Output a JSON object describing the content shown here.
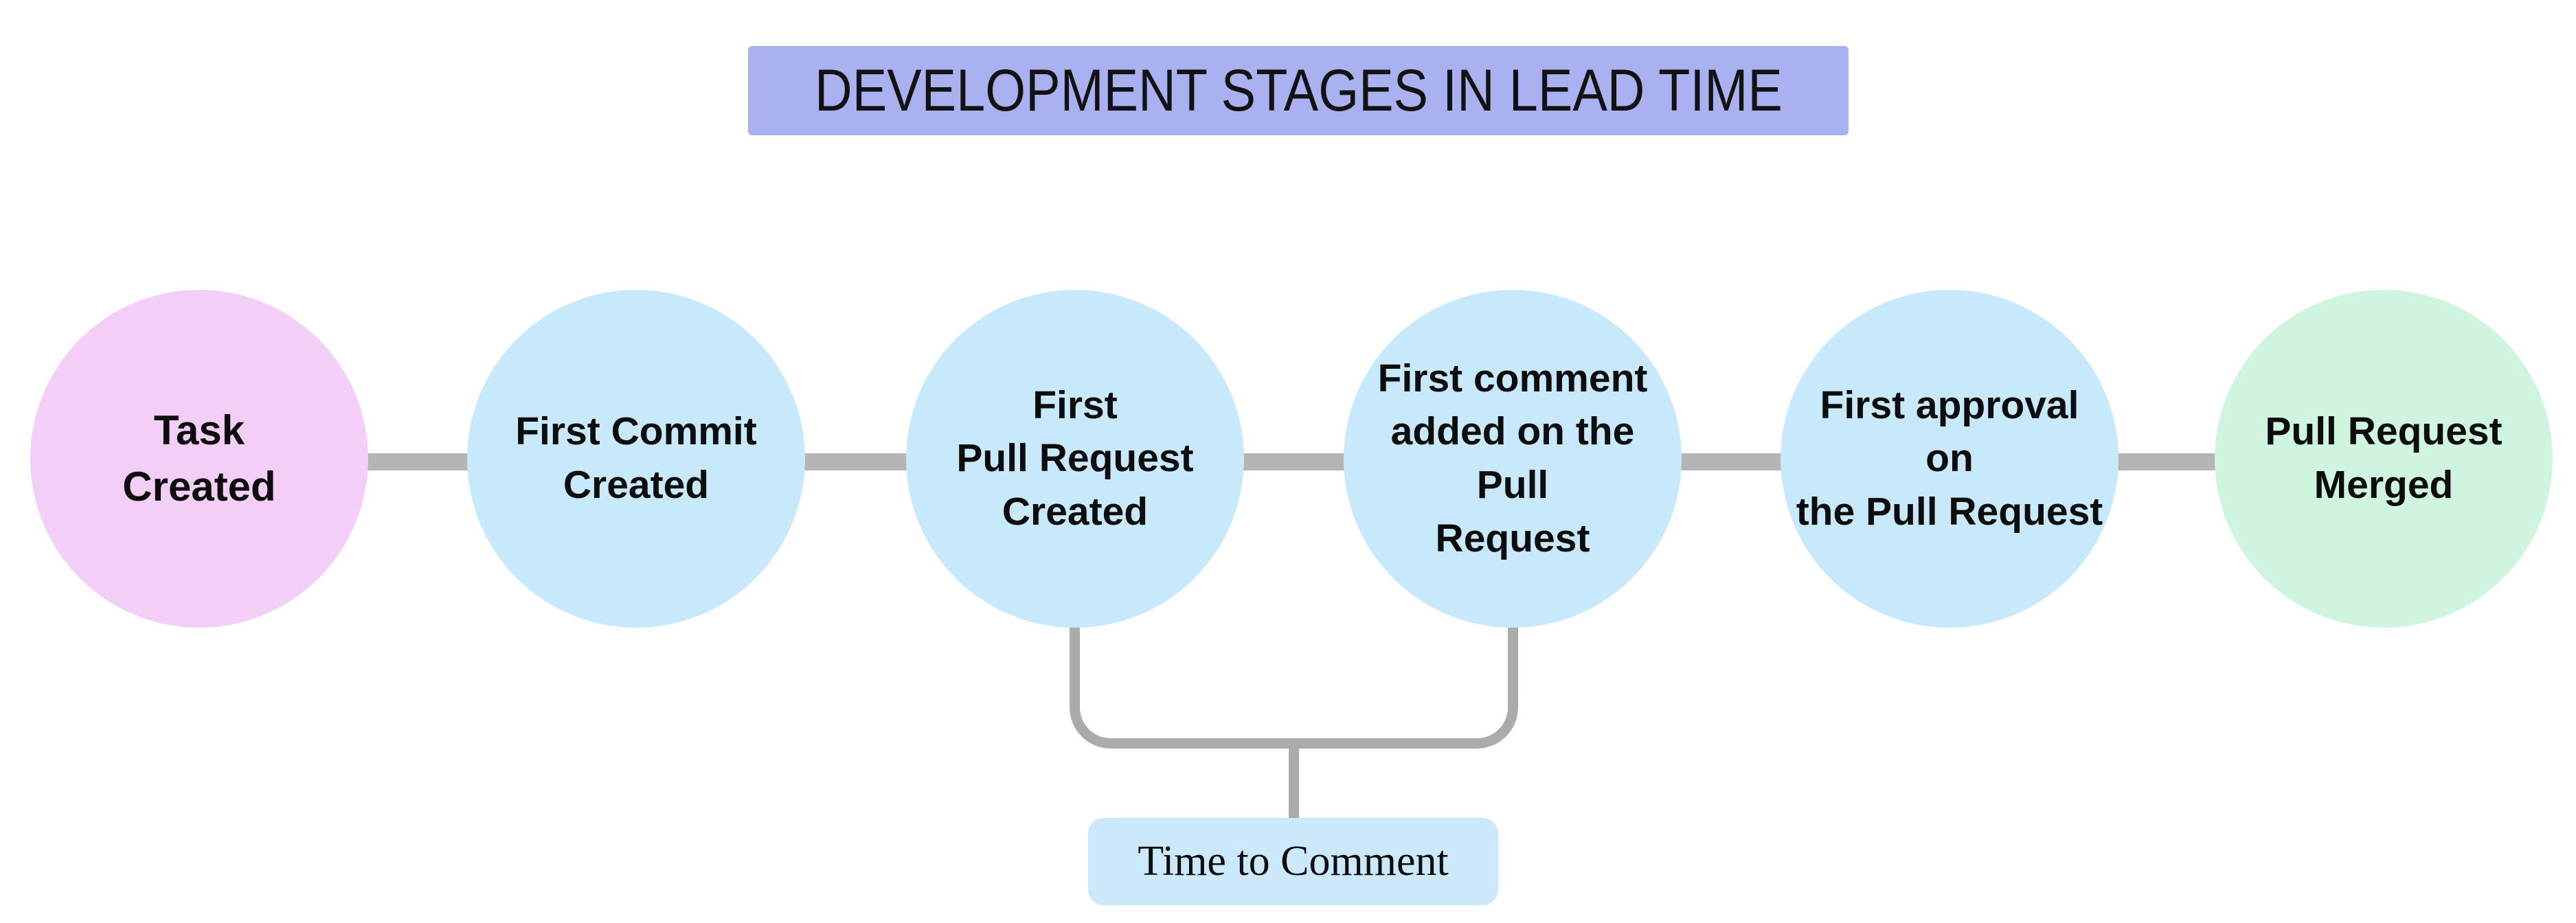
{
  "title": {
    "text": "DEVELOPMENT STAGES IN LEAD TIME",
    "bg_color": "#A9B1F0"
  },
  "stages": [
    {
      "label": "Task\nCreated",
      "color": "#F3CFF8",
      "role": "start"
    },
    {
      "label": "First Commit\nCreated",
      "color": "#C8E9FB",
      "role": "middle"
    },
    {
      "label": "First\nPull Request\nCreated",
      "color": "#C8E9FB",
      "role": "middle"
    },
    {
      "label": "First comment\nadded on the Pull\nRequest",
      "color": "#C8E9FB",
      "role": "middle"
    },
    {
      "label": "First approval on\nthe Pull Request",
      "color": "#C8E9FB",
      "role": "middle"
    },
    {
      "label": "Pull Request\nMerged",
      "color": "#CFF5DE",
      "role": "end"
    }
  ],
  "annotation": {
    "label": "Time to Comment",
    "bg_color": "#CBE9FB",
    "spans_from_stage": "First\nPull Request\nCreated",
    "spans_to_stage": "First comment\nadded on the Pull\nRequest"
  },
  "colors": {
    "background": "#FFFFFF",
    "connector_gray": "#B5B5B5",
    "bracket_gray": "#ABABAB",
    "text_black": "#0D0D0D"
  }
}
